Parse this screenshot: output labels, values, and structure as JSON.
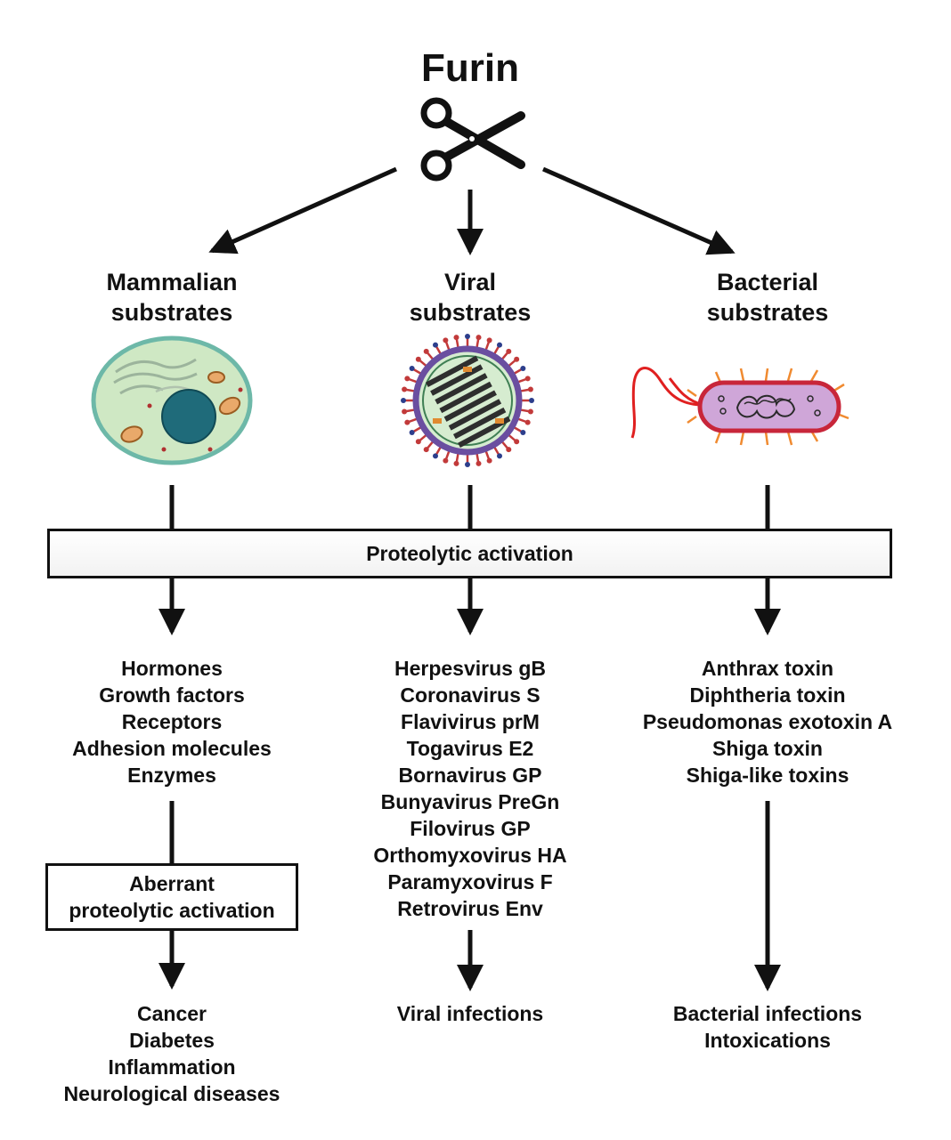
{
  "title": "Furin",
  "branches": [
    {
      "id": "mammalian",
      "heading": [
        "Mammalian",
        "substrates"
      ],
      "substrates": [
        "Hormones",
        "Growth factors",
        "Receptors",
        "Adhesion molecules",
        "Enzymes"
      ],
      "intermediate": [
        "Aberrant",
        "proteolytic activation"
      ],
      "outcomes": [
        "Cancer",
        "Diabetes",
        "Inflammation",
        "Neurological diseases"
      ]
    },
    {
      "id": "viral",
      "heading": [
        "Viral",
        "substrates"
      ],
      "substrates": [
        "Herpesvirus gB",
        "Coronavirus S",
        "Flavivirus prM",
        "Togavirus E2",
        "Bornavirus GP",
        "Bunyavirus PreGn",
        "Filovirus GP",
        "Orthomyxovirus HA",
        "Paramyxovirus F",
        "Retrovirus Env"
      ],
      "outcomes": [
        "Viral infections"
      ]
    },
    {
      "id": "bacterial",
      "heading": [
        "Bacterial",
        "substrates"
      ],
      "substrates": [
        "Anthrax toxin",
        "Diphtheria toxin",
        "Pseudomonas exotoxin A",
        "Shiga toxin",
        "Shiga-like toxins"
      ],
      "outcomes": [
        "Bacterial infections",
        "Intoxications"
      ]
    }
  ],
  "shared_step": "Proteolytic activation",
  "icons": {
    "enzyme": "scissors-icon",
    "mammalian": "mammalian-cell-icon",
    "viral": "virus-particle-icon",
    "bacterial": "bacterium-icon"
  },
  "colors": {
    "cell_fill": "#cfe8c4",
    "cell_border": "#6db8a8",
    "nucleus": "#1f6b7a",
    "virus_fill": "#d6ecd0",
    "virus_ring": "#6a4ea0",
    "virus_spikes": "#c23a3a",
    "bacterium_fill": "#cfa6d8",
    "bacterium_border": "#c8263a",
    "bacterium_pili": "#f08a30",
    "flagellum": "#e02020"
  }
}
